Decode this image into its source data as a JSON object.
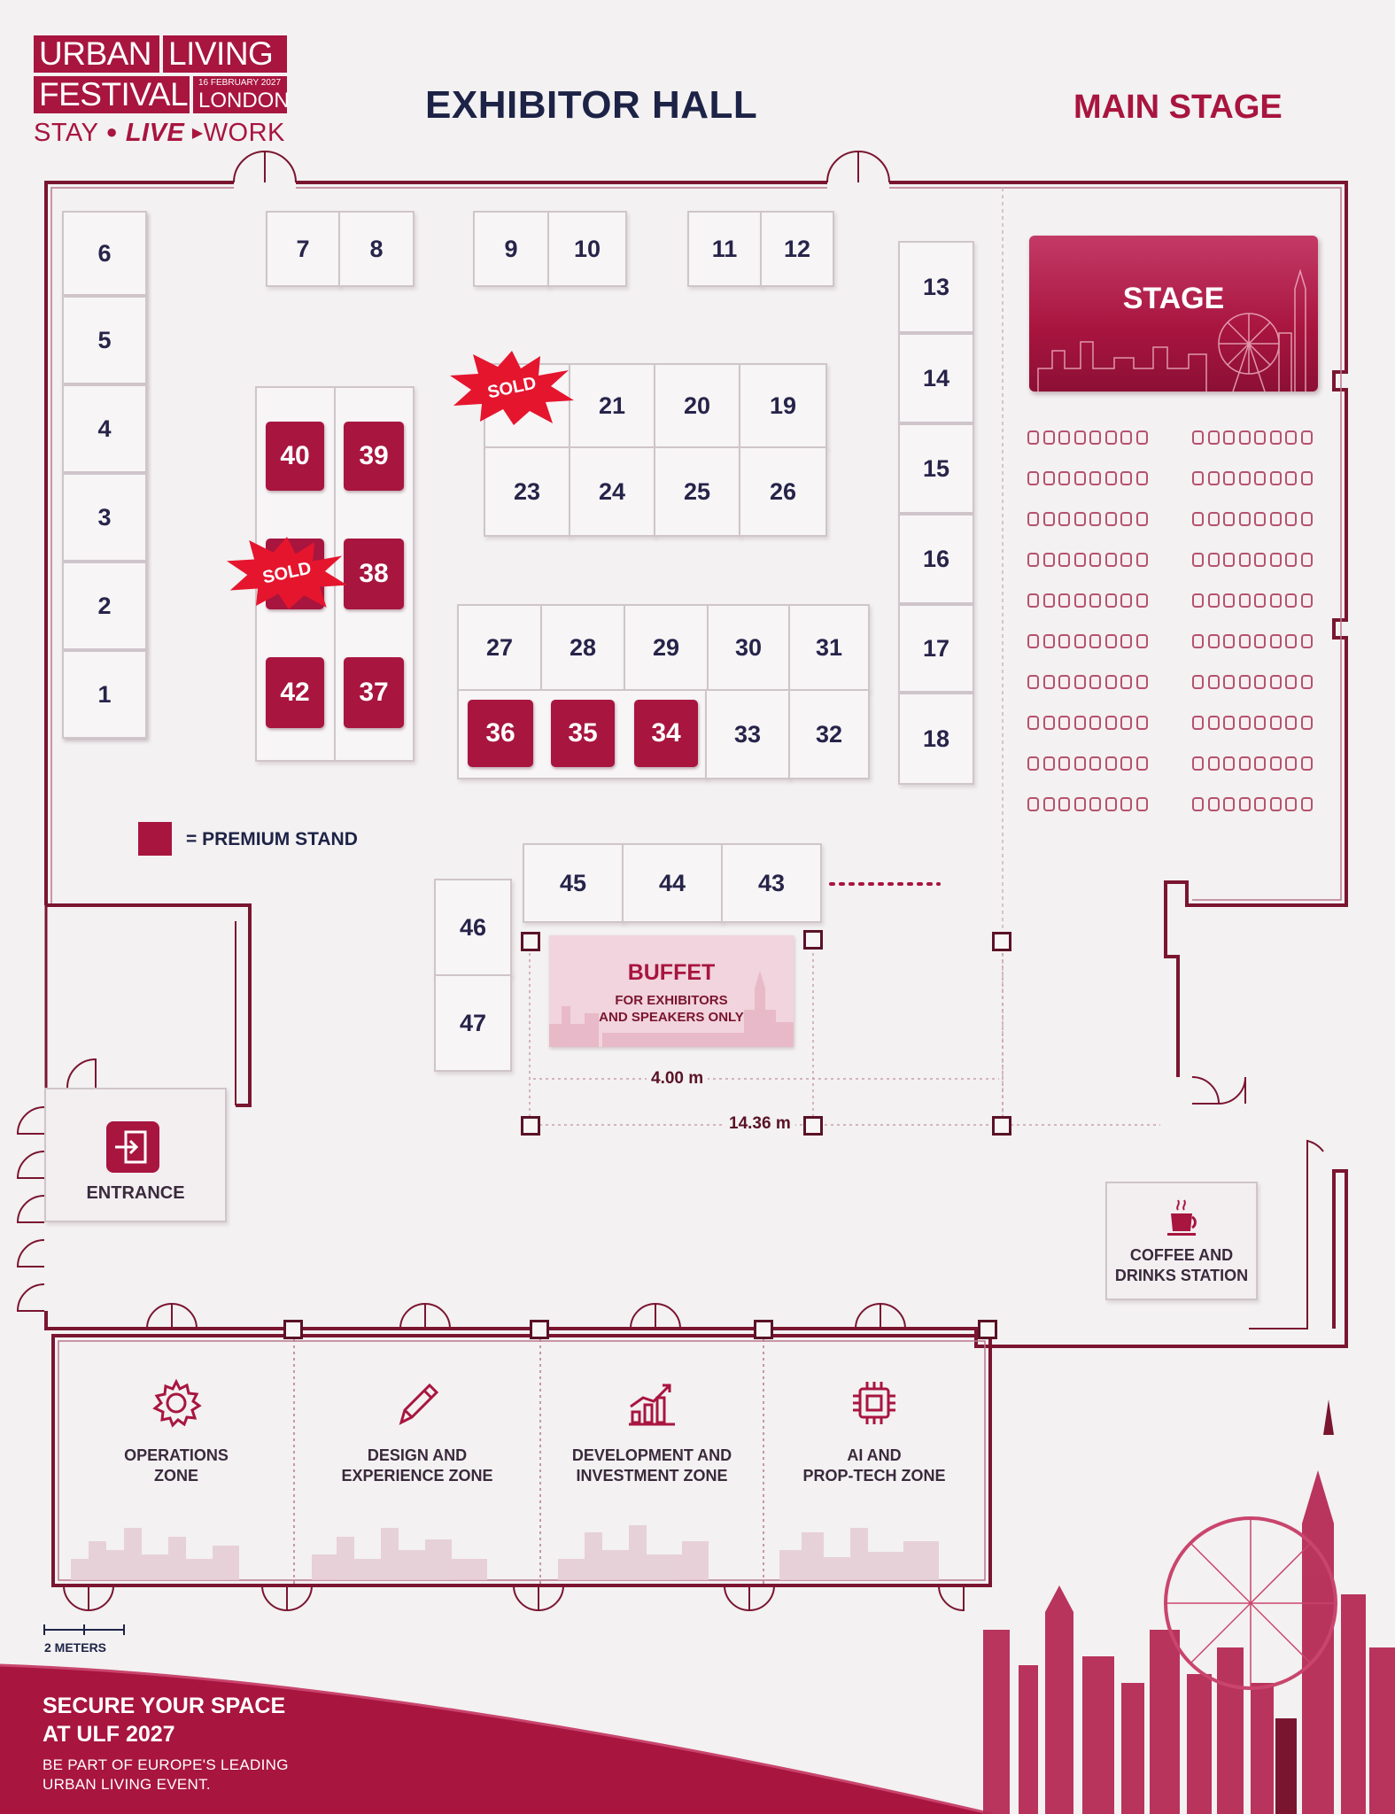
{
  "brand": {
    "logo_line1_a": "URBAN",
    "logo_line1_b": "LIVING",
    "logo_line2_a": "FESTIVAL",
    "logo_date": "16 FEBRUARY 2027",
    "logo_city": "LONDON",
    "tagline_stay": "STAY",
    "tagline_live": "LIVE",
    "tagline_work": "WORK",
    "primary_color": "#a8153f",
    "navy_color": "#1d2346"
  },
  "titles": {
    "exhibitor_hall": "EXHIBITOR HALL",
    "main_stage": "MAIN STAGE"
  },
  "booths": {
    "left_column": [
      "6",
      "5",
      "4",
      "3",
      "2",
      "1"
    ],
    "top_pairs": [
      [
        "7",
        "8"
      ],
      [
        "9",
        "10"
      ],
      [
        "11",
        "12"
      ]
    ],
    "right_column": [
      "13",
      "14",
      "15",
      "16",
      "17",
      "18"
    ],
    "center_block_top": [
      "21",
      "20",
      "19"
    ],
    "center_block_bottom": [
      "23",
      "24",
      "25",
      "26"
    ],
    "lower_block_top": [
      "27",
      "28",
      "29",
      "30",
      "31"
    ],
    "lower_block_bottom_premium": [
      "36",
      "35",
      "34"
    ],
    "lower_block_bottom_standard": [
      "33",
      "32"
    ],
    "island_premium": [
      "40",
      "39",
      "38",
      "42",
      "37"
    ],
    "buffet_row": [
      "45",
      "44",
      "43"
    ],
    "buffet_side": [
      "46",
      "47"
    ]
  },
  "sold_label": "SOLD",
  "stage_label": "STAGE",
  "legend": {
    "label": "= PREMIUM STAND"
  },
  "buffet": {
    "title": "BUFFET",
    "subtitle_line1": "FOR EXHIBITORS",
    "subtitle_line2": "AND SPEAKERS ONLY"
  },
  "dimensions": {
    "inner": "4.00 m",
    "outer": "14.36 m"
  },
  "entrance": {
    "label": "ENTRANCE",
    "icon": "entrance-icon"
  },
  "coffee": {
    "line1": "COFFEE AND",
    "line2": "DRINKS STATION",
    "icon": "coffee-cup-icon"
  },
  "zones": [
    {
      "line1": "OPERATIONS",
      "line2": "ZONE",
      "icon": "gear-icon"
    },
    {
      "line1": "DESIGN AND",
      "line2": "EXPERIENCE ZONE",
      "icon": "pencil-icon"
    },
    {
      "line1": "DEVELOPMENT AND",
      "line2": "INVESTMENT ZONE",
      "icon": "growth-chart-icon"
    },
    {
      "line1": "AI AND",
      "line2": "PROP-TECH ZONE",
      "icon": "chip-icon"
    }
  ],
  "scale": {
    "label": "2 METERS"
  },
  "cta": {
    "title_line1": "SECURE YOUR SPACE",
    "title_line2": "AT ULF 2027",
    "sub_line1": "BE PART OF EUROPE'S LEADING",
    "sub_line2": "URBAN LIVING EVENT."
  }
}
